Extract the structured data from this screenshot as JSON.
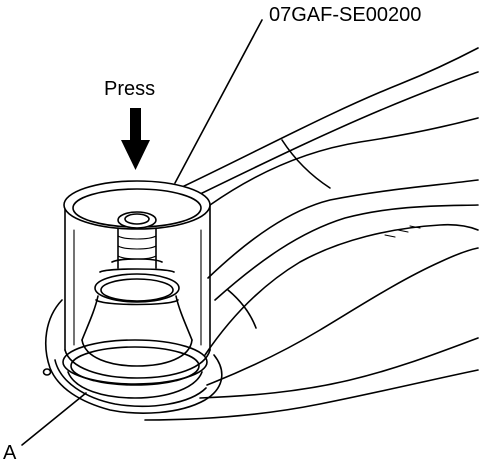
{
  "labels": {
    "tool_number": "07GAF-SE00200",
    "press": "Press",
    "part_a": "A"
  },
  "colors": {
    "line": "#000000",
    "background": "#ffffff"
  },
  "icons": {
    "press_direction": "down-arrow-icon"
  }
}
